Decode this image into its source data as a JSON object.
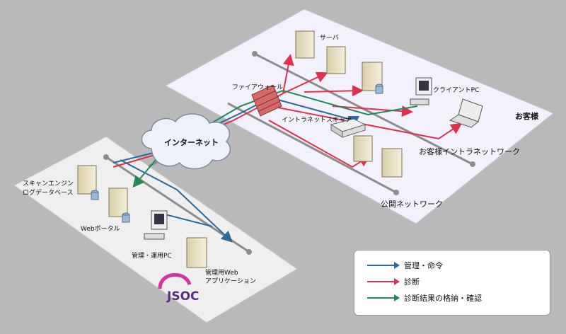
{
  "labels": {
    "internet": "インターネット",
    "firewall": "ファイアウォール",
    "server": "サーバ",
    "client_pc": "クライアントPC",
    "intranet_scanner": "イントラネットスキャナ",
    "customer": "お客様",
    "customer_intranet": "お客様イントラネットワーク",
    "public_network": "公開ネットワーク",
    "scan_engine": "スキャンエンジン",
    "log_db": "ログデータベース",
    "web_portal": "Webポータル",
    "mgmt_pc": "管理・運用PC",
    "mgmt_web_app_1": "管理用Web",
    "mgmt_web_app_2": "アプリケーション",
    "jsoc": "JSOC"
  },
  "legend": {
    "items": [
      {
        "label": "管理・命令",
        "color": "#2a6a9c"
      },
      {
        "label": "診断",
        "color": "#e0304d"
      },
      {
        "label": "診断結果の格納・確認",
        "color": "#1f8a58"
      }
    ]
  },
  "colors": {
    "manage": "#2a6a9c",
    "diagnose": "#e0304d",
    "store": "#1f8a58",
    "customer_plane": "#f3f1fb",
    "jsoc_plane": "#efefef"
  }
}
